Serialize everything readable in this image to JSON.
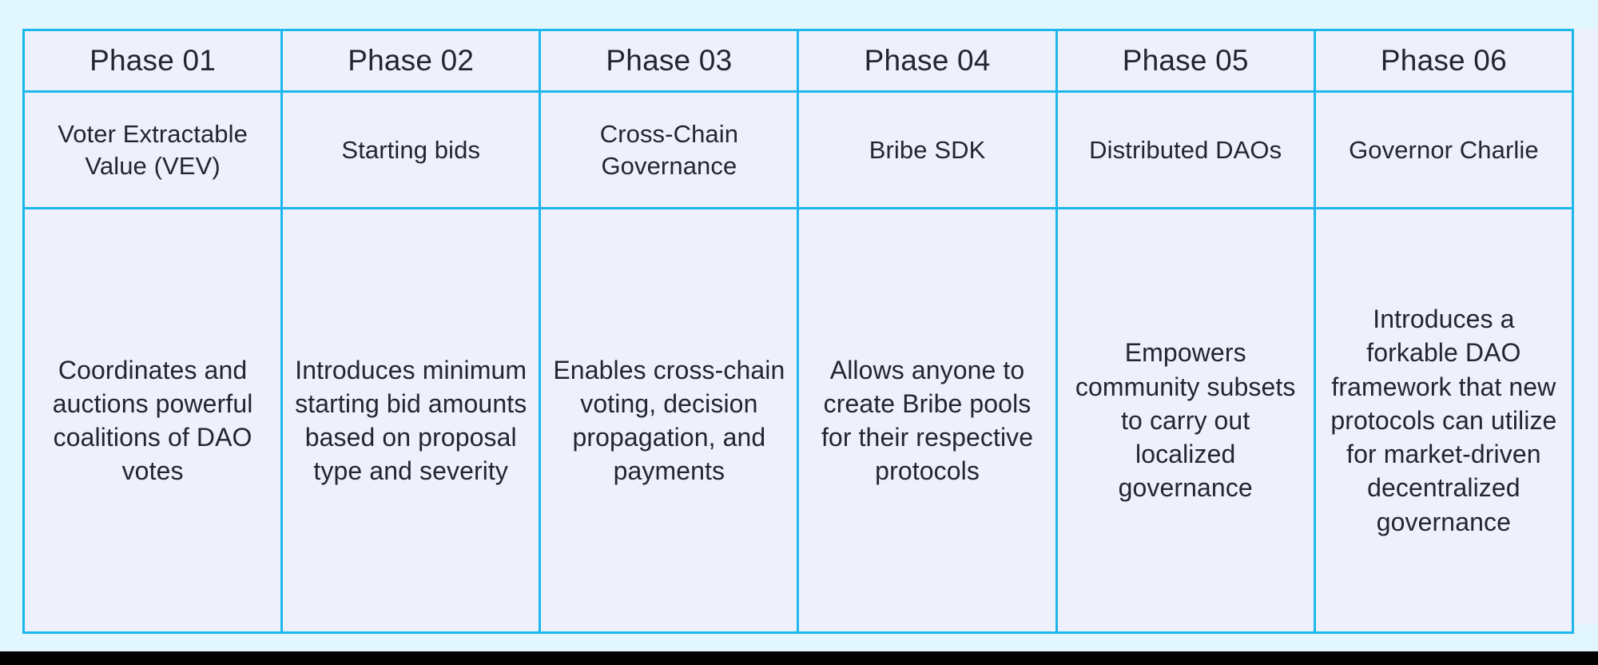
{
  "slide": {
    "background_color": "#e2f6fd",
    "panel_color": "#eef1fc",
    "border_color": "#1cb8ec",
    "text_color": "#22262e",
    "bottom_bar_color": "#000000"
  },
  "table": {
    "column_count": 6,
    "row_labels": [
      "phase",
      "title",
      "description"
    ],
    "columns": [
      {
        "phase": "Phase 01",
        "title": "Voter Extractable Value (VEV)",
        "description": "Coordinates and auctions powerful coalitions of DAO votes"
      },
      {
        "phase": "Phase 02",
        "title": "Starting bids",
        "description": "Introduces minimum starting bid amounts based on proposal type and severity"
      },
      {
        "phase": "Phase 03",
        "title": "Cross-Chain Governance",
        "description": "Enables cross-chain voting, decision propagation, and payments"
      },
      {
        "phase": "Phase 04",
        "title": "Bribe SDK",
        "description": "Allows anyone to create Bribe pools for their respective protocols"
      },
      {
        "phase": "Phase 05",
        "title": "Distributed DAOs",
        "description": "Empowers community subsets to carry out localized governance"
      },
      {
        "phase": "Phase 06",
        "title": "Governor Charlie",
        "description": "Introduces a forkable DAO framework that new protocols can utilize for market-driven decentralized governance"
      }
    ]
  }
}
